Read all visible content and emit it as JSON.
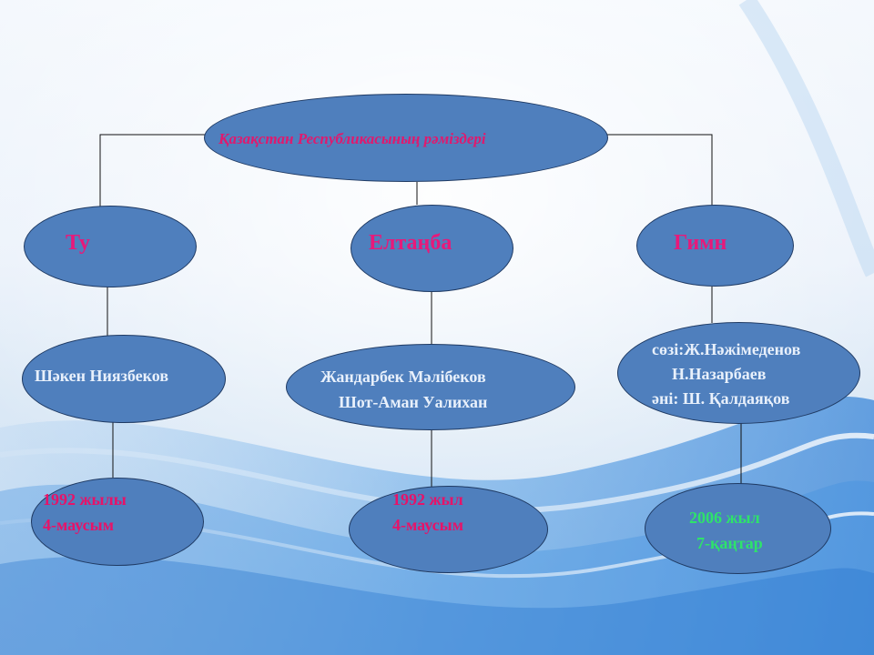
{
  "diagram": {
    "root": "Қазақстан Республикасының рәміздері",
    "branches": [
      {
        "key": "flag",
        "symbol": "Ту",
        "authors": [
          "Шәкен Ниязбеков"
        ],
        "date": [
          "1992 жылы",
          "4-маусым"
        ],
        "date_color": "#e81268"
      },
      {
        "key": "emblem",
        "symbol": "Елтаңба",
        "authors": [
          "Жандарбек Мәлібеков",
          "Шот-Аман Уалихан"
        ],
        "date": [
          "1992 жыл",
          "4-маусым"
        ],
        "date_color": "#e81268"
      },
      {
        "key": "anthem",
        "symbol": "Гимн",
        "authors": [
          "сөзі:Ж.Нәжімеденов",
          "Н.Назарбаев",
          "әні: Ш. Қалдаяқов"
        ],
        "date": [
          "2006 жыл",
          "7-қаңтар"
        ],
        "date_color": "#2ee36a"
      }
    ]
  },
  "colors": {
    "node_fill": "#4f7fbd",
    "node_border": "#1f3a63",
    "title_text": "#e0196e",
    "symbol_text": "#e8197a",
    "author_text": "#e8f0fb"
  }
}
